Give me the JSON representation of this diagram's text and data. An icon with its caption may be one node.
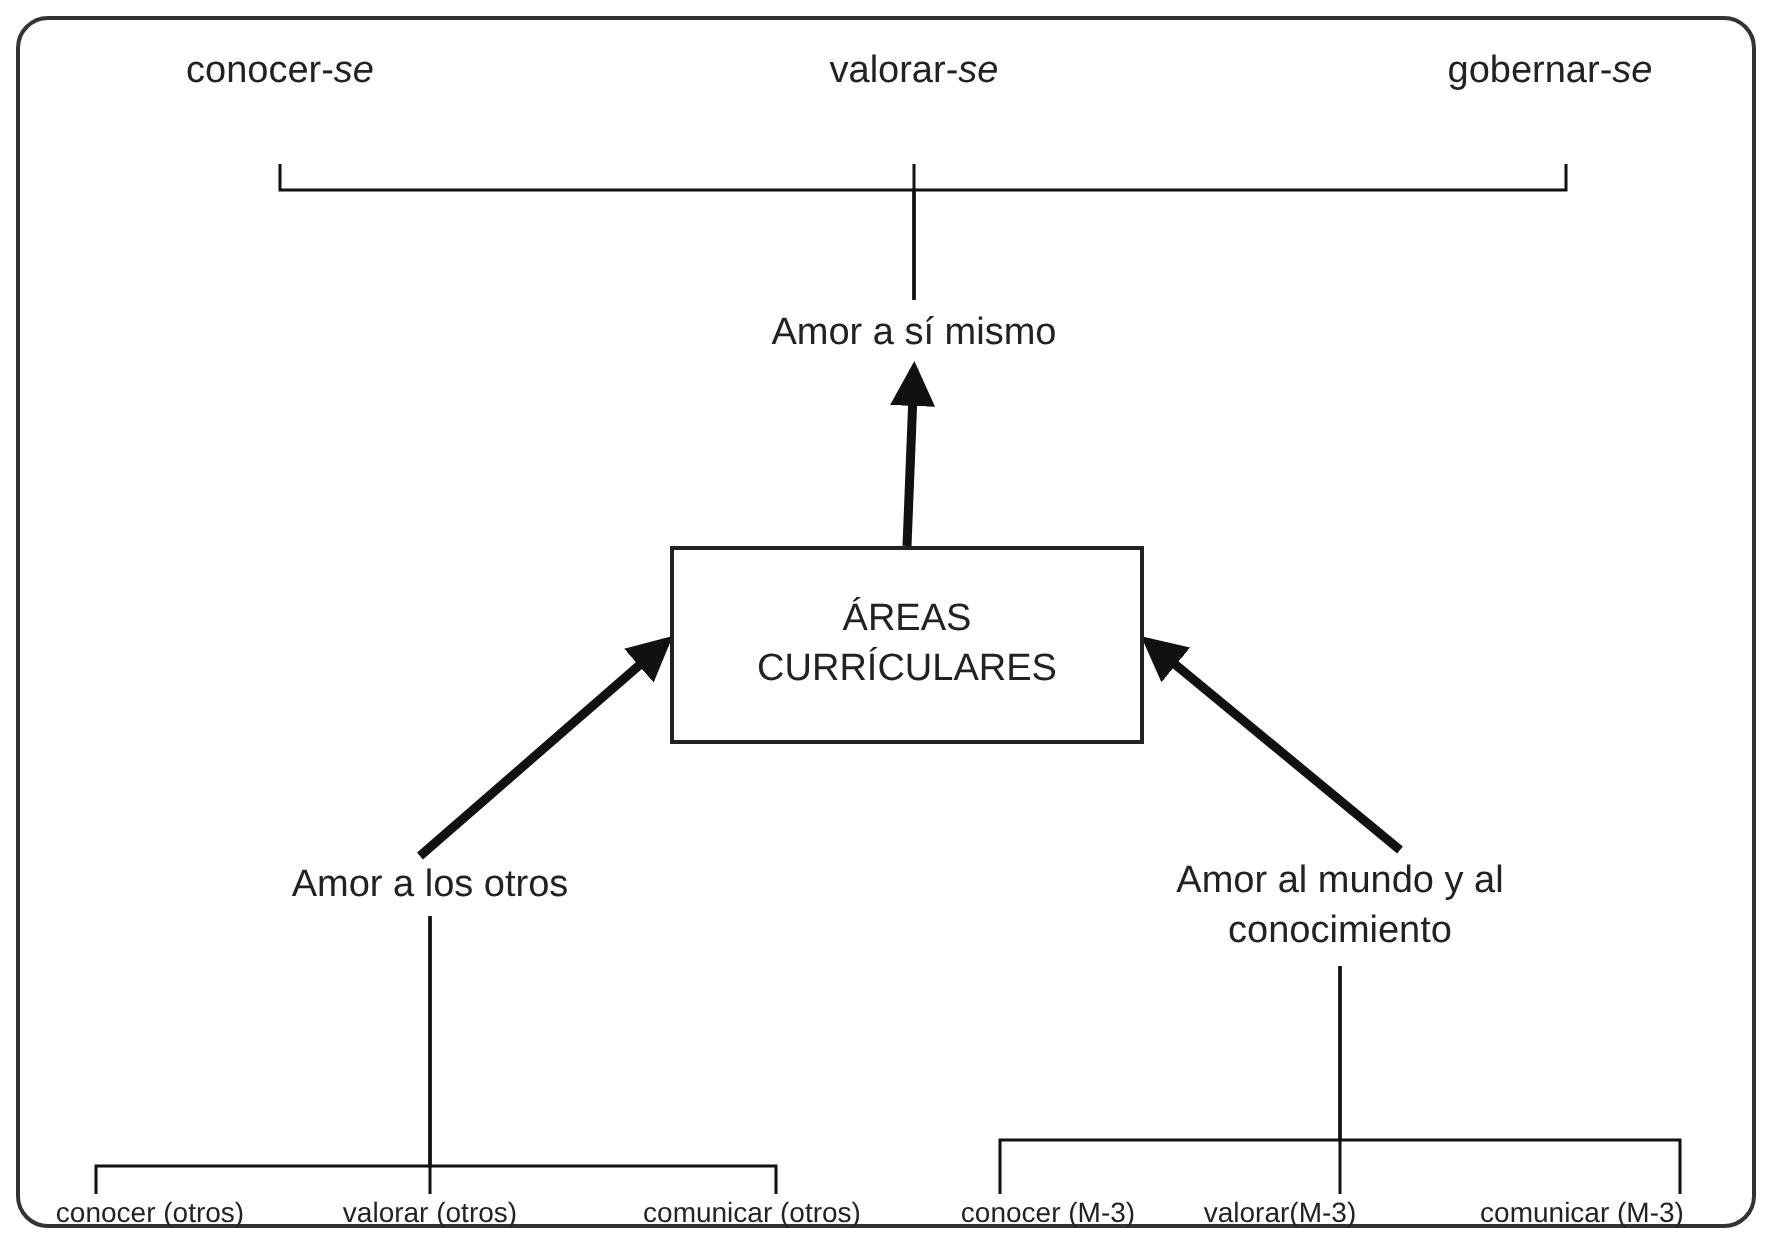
{
  "diagram": {
    "nodes": [
      {
        "text": [
          "conocer-*se*"
        ]
      },
      {
        "text": [
          "valorar-*se*"
        ]
      },
      {
        "text": [
          "gobernar-*se*"
        ]
      },
      {
        "text": [
          "Amor a sí mismo"
        ]
      },
      {
        "text": [
          "ÁREAS CURRÍCULARES"
        ]
      },
      {
        "text": [
          "Amor a los otros"
        ]
      },
      {
        "text": [
          "Amor al mundo y al conocimiento"
        ]
      },
      {
        "text": [
          "conocer (otros)"
        ]
      },
      {
        "text": [
          "valorar (otros)"
        ]
      },
      {
        "text": [
          "comunicar (otros)"
        ]
      },
      {
        "text": [
          "conocer (M-3)"
        ]
      },
      {
        "text": [
          "valorar(M-3)"
        ]
      },
      {
        "text": [
          "comunicar (M-3)"
        ]
      }
    ],
    "edges": [
      {
        "from": 3,
        "to": 0,
        "arrow": "none"
      },
      {
        "from": 3,
        "to": 1,
        "arrow": "none"
      },
      {
        "from": 3,
        "to": 2,
        "arrow": "none"
      },
      {
        "from": 4,
        "to": 3,
        "arrow": "to",
        "style": "thick"
      },
      {
        "from": 5,
        "to": 4,
        "arrow": "to",
        "style": "thick"
      },
      {
        "from": 6,
        "to": 4,
        "arrow": "to",
        "style": "thick"
      },
      {
        "from": 5,
        "to": 7,
        "arrow": "none"
      },
      {
        "from": 5,
        "to": 8,
        "arrow": "none"
      },
      {
        "from": 5,
        "to": 9,
        "arrow": "none"
      },
      {
        "from": 6,
        "to": 10,
        "arrow": "none"
      },
      {
        "from": 6,
        "to": 11,
        "arrow": "none"
      },
      {
        "from": 6,
        "to": 12,
        "arrow": "none"
      }
    ]
  }
}
